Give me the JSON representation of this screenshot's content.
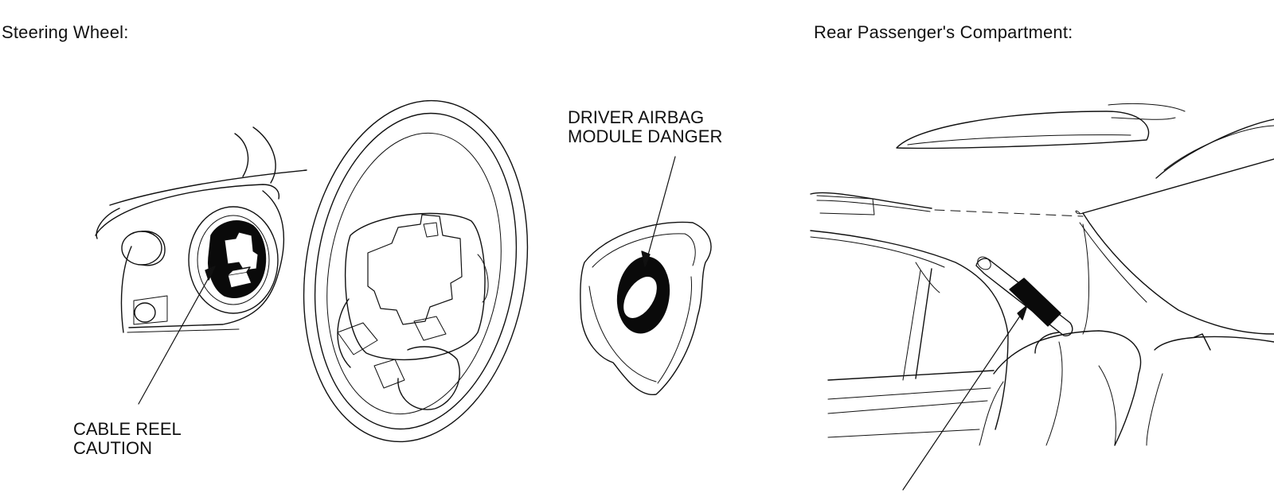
{
  "titles": {
    "steering_wheel": "Steering Wheel:",
    "rear_compartment": "Rear Passenger's Compartment:"
  },
  "labels": {
    "cable_reel": [
      "CABLE REEL",
      "CAUTION"
    ],
    "driver_airbag": [
      "DRIVER AIRBAG",
      "MODULE DANGER"
    ]
  }
}
